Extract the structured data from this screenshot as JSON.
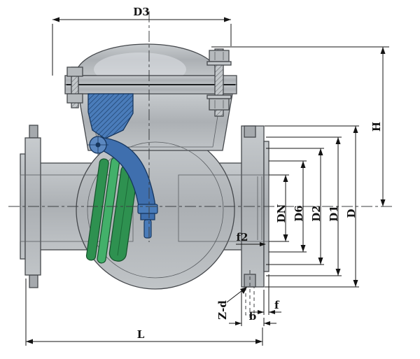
{
  "diagram": {
    "labels": {
      "d3": "D3",
      "h": "H",
      "dn": "DN",
      "d6": "D6",
      "d2": "D2",
      "d1": "D1",
      "d": "D",
      "f2": "f2",
      "z_d": "Z-d",
      "f": "f",
      "b": "b",
      "l": "L"
    },
    "colors": {
      "body_gray": "#b4b8bb",
      "bore_light": "#dde0e3",
      "mechanism_blue": "#3f6fae",
      "disc_green": "#2e9150",
      "outline": "#45484c",
      "dimension_black": "#141414",
      "background": "#ffffff"
    }
  }
}
